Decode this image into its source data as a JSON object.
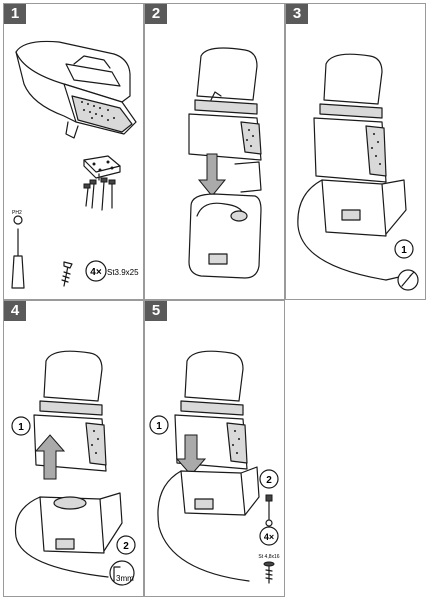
{
  "steps": [
    {
      "number": "1",
      "circle_a": "4×",
      "screw_spec": "St3.9x25",
      "bit_label": "PH2"
    },
    {
      "number": "2"
    },
    {
      "number": "3",
      "callout": "1"
    },
    {
      "number": "4",
      "callout_1": "1",
      "callout_2": "2",
      "tool_size": "3mm"
    },
    {
      "number": "5",
      "callout_1": "1",
      "callout_2": "2",
      "circle_b": "4×",
      "screw_spec": "St 4,8x16"
    }
  ],
  "colors": {
    "panel_border": "#9a9a9a",
    "badge": "#5a5a5a",
    "arrow": "#888888"
  }
}
